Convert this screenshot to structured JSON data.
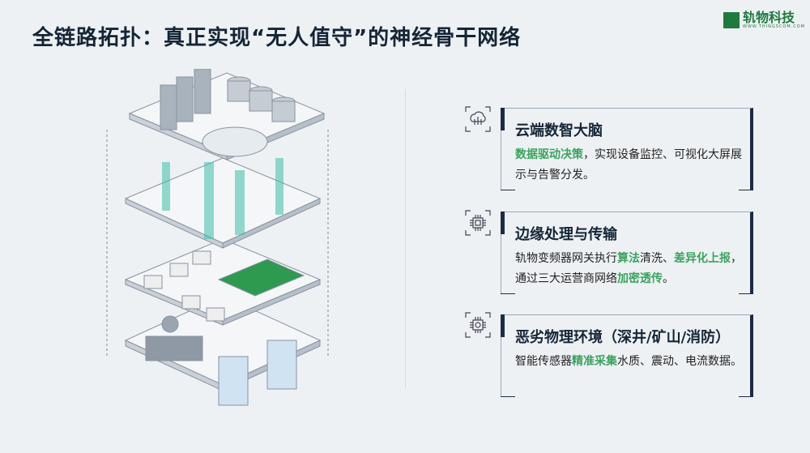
{
  "title": "全链路拓扑：真正实现“无人值守”的神经骨干网络",
  "logo": {
    "name": "轨物科技",
    "url": "WWW.THINGSCOM.COM"
  },
  "cards": [
    {
      "icon": "cloud-network-icon",
      "title": "云端数智大脑",
      "parts": [
        {
          "t": "数据驱动决策",
          "h": true
        },
        {
          "t": "，实现设备监控、可视化大屏展示与告警分发。",
          "h": false
        }
      ]
    },
    {
      "icon": "chip-icon",
      "title": "边缘处理与传输",
      "parts": [
        {
          "t": "轨物变频器网关执行",
          "h": false
        },
        {
          "t": "算法",
          "h": true
        },
        {
          "t": "清洗、",
          "h": false
        },
        {
          "t": "差异化上报",
          "h": true
        },
        {
          "t": "，通过三大运营商网络",
          "h": false
        },
        {
          "t": "加密透传",
          "h": true
        },
        {
          "t": "。",
          "h": false
        }
      ]
    },
    {
      "icon": "sensor-chip-icon",
      "title": "恶劣物理环境（深井/矿山/消防）",
      "parts": [
        {
          "t": "智能传感器",
          "h": false
        },
        {
          "t": "精准采集",
          "h": true
        },
        {
          "t": "水质、震动、电流数据。",
          "h": false
        }
      ]
    }
  ],
  "colors": {
    "accent": "#3aa35d",
    "navy": "#1a2c44",
    "brand": "#1f7a3e"
  }
}
